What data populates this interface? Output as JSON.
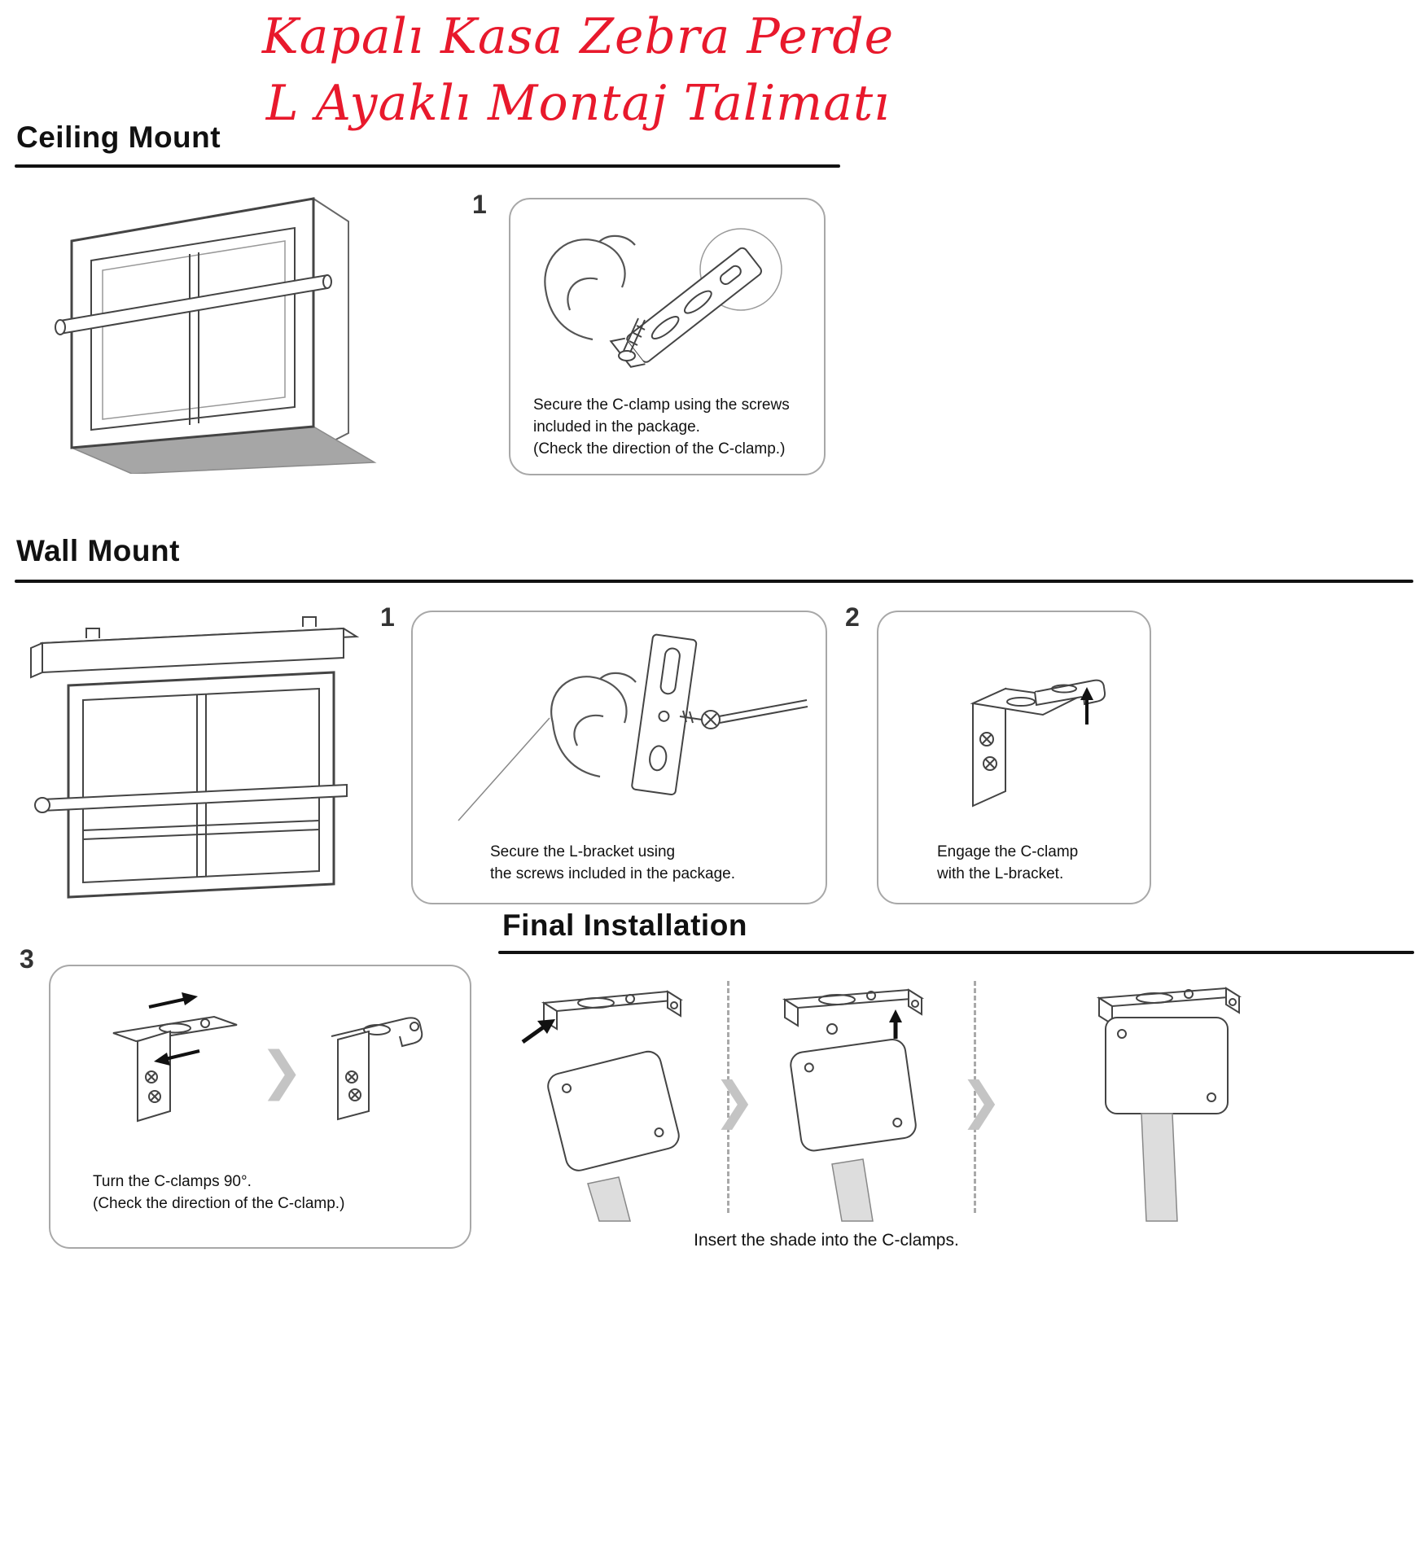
{
  "page": {
    "title_line1": "Kapalı Kasa Zebra Perde",
    "title_line2": "L Ayaklı Montaj Talimatı"
  },
  "colors": {
    "title_red": "#e8192c",
    "heading_black": "#111111",
    "line_art": "#444444",
    "card_border": "#a8a8a8"
  },
  "ceiling": {
    "heading": "Ceiling Mount",
    "step1": {
      "number": "1",
      "caption": [
        "Secure the C-clamp using the screws",
        "included in the package.",
        "(Check the direction of the C-clamp.)"
      ]
    }
  },
  "wall": {
    "heading": "Wall Mount",
    "step1": {
      "number": "1",
      "caption": [
        "Secure the L-bracket using",
        "the screws included in the package."
      ]
    },
    "step2": {
      "number": "2",
      "caption": [
        "Engage the C-clamp",
        "with the L-bracket."
      ]
    }
  },
  "final": {
    "heading": "Final Installation",
    "step3": {
      "number": "3",
      "caption": [
        "Turn the C-clamps 90°.",
        "(Check the direction of the C-clamp.)"
      ]
    },
    "insert_caption": "Insert the shade into the C-clamps."
  }
}
